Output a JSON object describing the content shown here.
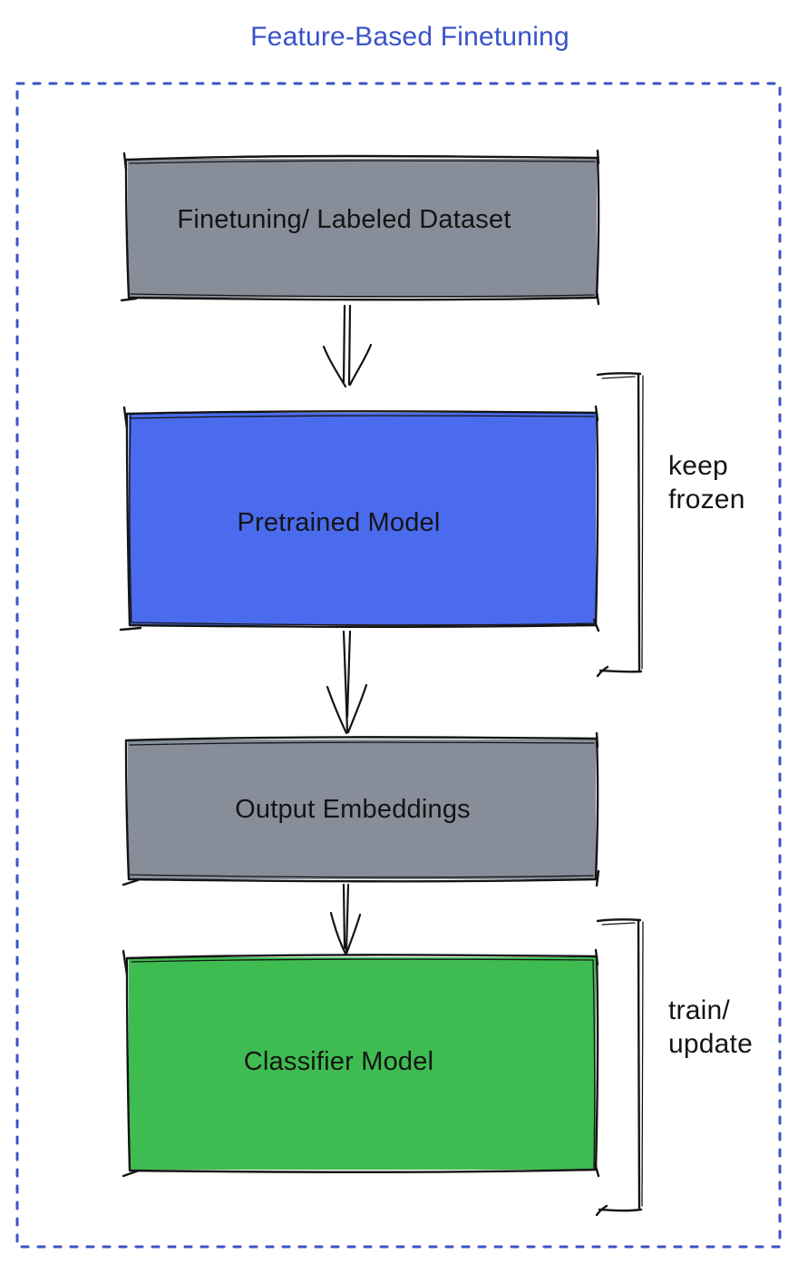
{
  "diagram": {
    "title": "Feature-Based Finetuning",
    "title_color": "#3B53C9",
    "frame_border_color": "#3B53C9",
    "ink_color": "#141414",
    "nodes": [
      {
        "id": "finetuning-dataset",
        "label": "Finetuning/ Labeled Dataset",
        "fill": "#878E99"
      },
      {
        "id": "pretrained-model",
        "label": "Pretrained Model",
        "fill": "#4A6BEE"
      },
      {
        "id": "output-embeddings",
        "label": "Output Embeddings",
        "fill": "#878E99"
      },
      {
        "id": "classifier-model",
        "label": "Classifier Model",
        "fill": "#3FBC51"
      }
    ],
    "edges": [
      {
        "from": "finetuning-dataset",
        "to": "pretrained-model"
      },
      {
        "from": "pretrained-model",
        "to": "output-embeddings"
      },
      {
        "from": "output-embeddings",
        "to": "classifier-model"
      }
    ],
    "annotations": [
      {
        "target": "pretrained-model",
        "label": "keep\nfrozen"
      },
      {
        "target": "classifier-model",
        "label": "train/\nupdate"
      }
    ]
  }
}
